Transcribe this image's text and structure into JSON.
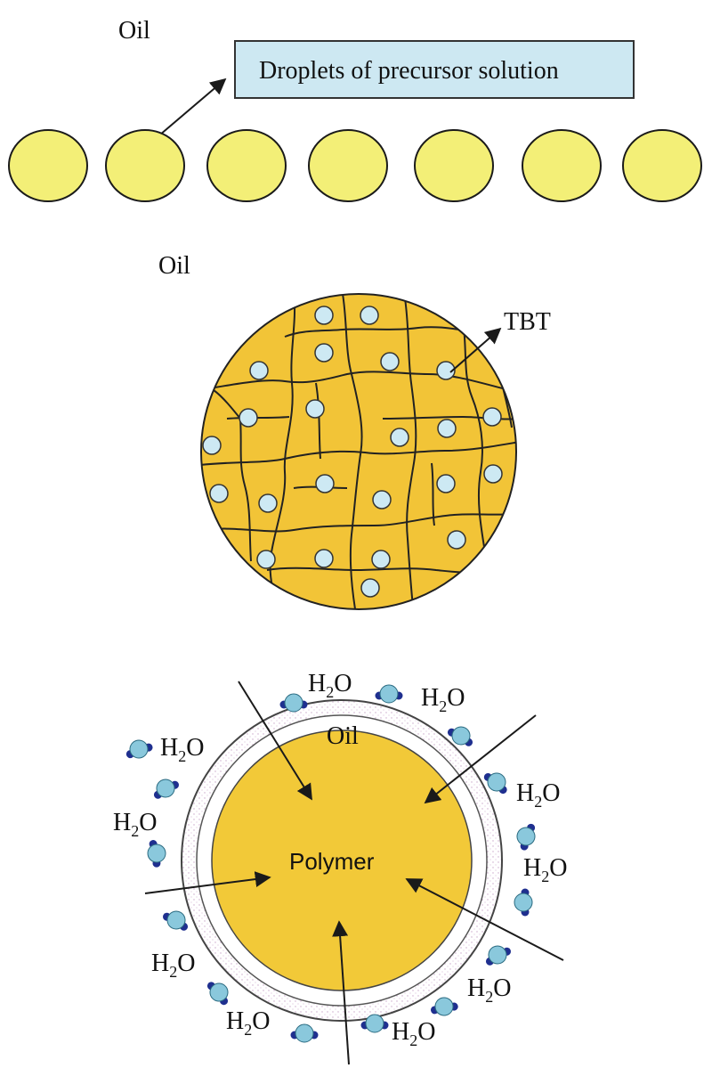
{
  "panel1": {
    "oil_label": "Oil",
    "box_label": "Droplets of precursor solution",
    "droplet_count": 7
  },
  "panel2": {
    "oil_label": "Oil",
    "tbt_label": "TBT"
  },
  "panel3": {
    "oil_label": "Oil",
    "center_label": "Polymer",
    "water_label": {
      "base": "H",
      "sub": "2",
      "tail": "O"
    }
  },
  "colors": {
    "droplet_fill": "#f3ef77",
    "droplet_stroke": "#1a1a1a",
    "box_fill": "#cde8f2",
    "gel_fill": "#f2c437",
    "tbt_fill": "#cde9f3",
    "polymer_fill": "#f2c938",
    "water_o": "#8ac8dc",
    "water_h": "#1f2f8f",
    "line": "#1a1a1a"
  }
}
